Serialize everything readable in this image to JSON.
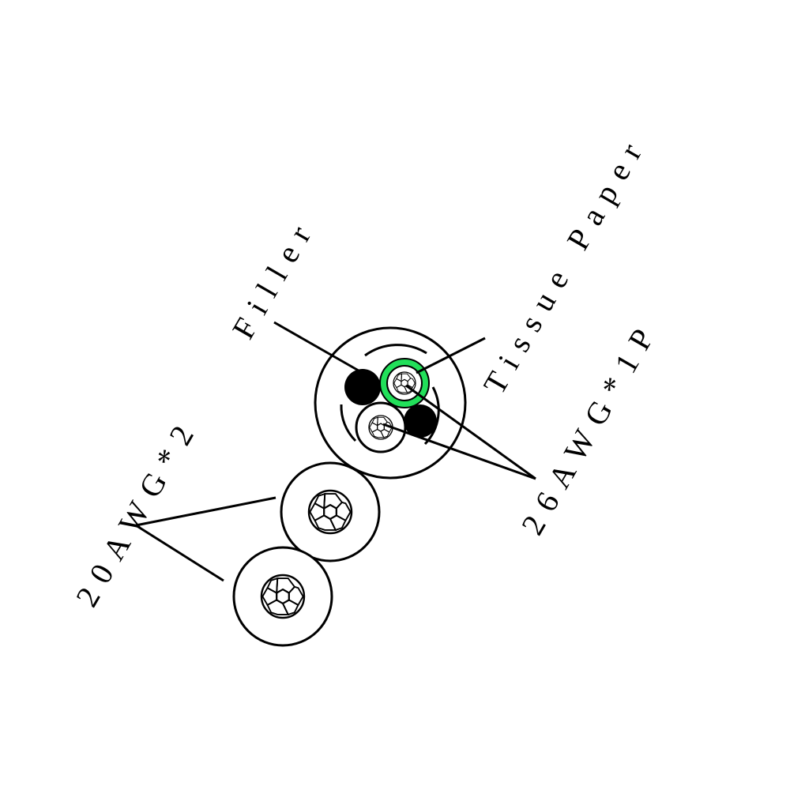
{
  "labels": {
    "filler": "Filler",
    "tissue_paper": "Tissue Paper",
    "pair_26awg": "26AWG*1P",
    "power_20awg": "20AWG*2"
  },
  "colors": {
    "stroke": "#000000",
    "filler_fill": "#000000",
    "highlight_insulation": "#22e05a",
    "background": "#ffffff"
  }
}
